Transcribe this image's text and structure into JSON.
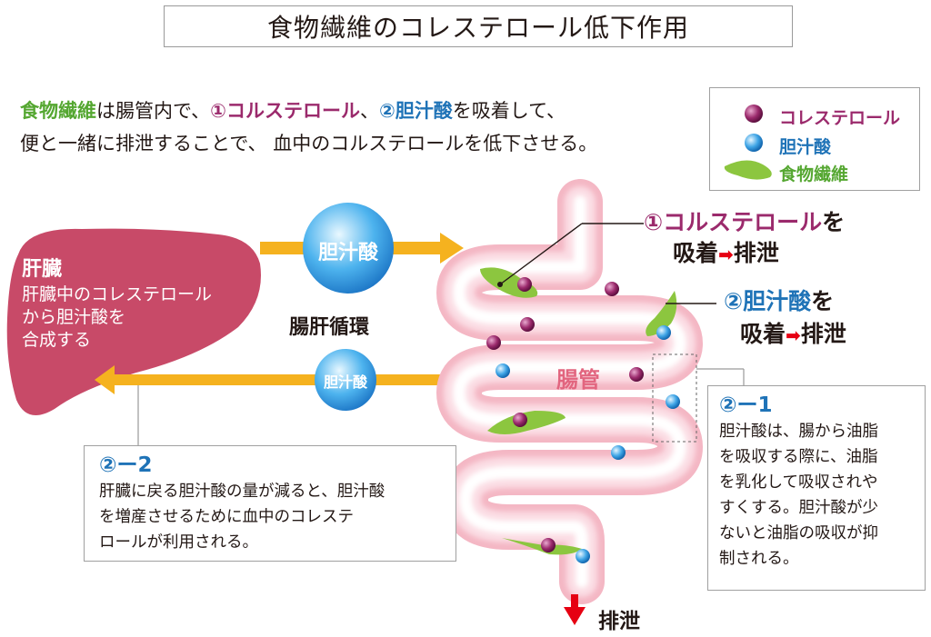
{
  "title": "食物繊維のコレステロール低下作用",
  "intro": {
    "line1_fiber": "食物繊維",
    "line1_mid": "は腸管内で、",
    "line1_chol": "①コルステロール",
    "line1_sep": "、",
    "line1_bile": "②胆汁酸",
    "line1_end": "を吸着して、",
    "line2": "便と一緒に排泄することで、 血中のコルステロールを低下させる。"
  },
  "legend": {
    "cholesterol": "コレステロール",
    "bile_acid": "胆汁酸",
    "fiber": "食物繊維"
  },
  "liver": {
    "name": "肝臓",
    "desc1": "肝臓中のコレステロール",
    "desc2": "から胆汁酸を",
    "desc3": "合成する"
  },
  "flow": {
    "top_bubble": "胆汁酸",
    "bottom_bubble": "胆汁酸",
    "circulation": "腸肝循環"
  },
  "gut_label": "腸管",
  "label1": {
    "head": "①コルステロール",
    "tail": "を",
    "action1": "吸着",
    "action2": "排泄"
  },
  "label2": {
    "head": "②胆汁酸",
    "tail": "を",
    "action1": "吸着",
    "action2": "排泄"
  },
  "box2_1": {
    "head": "②ー1",
    "body": "胆汁酸は、腸から油脂\nを吸収する際に、油脂\nを乳化して吸収されや\nすくする。胆汁酸が少\nないと油脂の吸収が抑\n制される。"
  },
  "box2_2": {
    "head": "②ー2",
    "body": "肝臓に戻る胆汁酸の量が減ると、胆汁酸\nを増産させるために血中のコレステ\nロールが利用される。"
  },
  "excretion": "排泄",
  "colors": {
    "fiber": "#55a731",
    "cholesterol": "#9b2a6c",
    "bile": "#1f73b7",
    "liver": "#c84a68",
    "flow_arrow": "#f5b21f",
    "gut": "#f4b7c4",
    "excretion_arrow": "#e60012"
  }
}
